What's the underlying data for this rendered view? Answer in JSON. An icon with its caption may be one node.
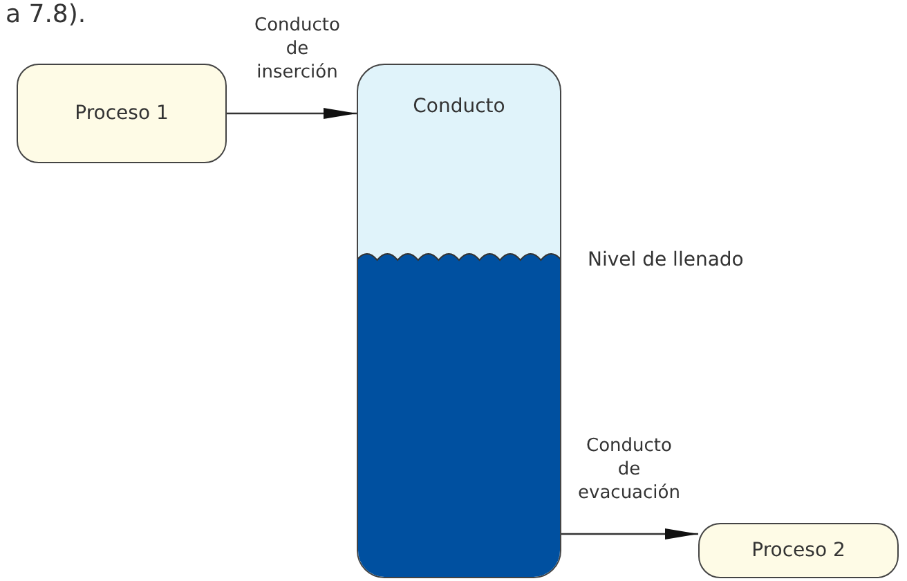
{
  "diagram": {
    "nodes": [
      {
        "text": [
          "Proceso 1"
        ]
      },
      {
        "text": [
          "Conducto"
        ]
      },
      {
        "text": [
          "Proceso 2"
        ]
      }
    ],
    "edges": [
      {
        "from": 0,
        "to": 1,
        "arrow": "to",
        "label": "Conducto de inserción"
      },
      {
        "from": 1,
        "to": 2,
        "arrow": "to",
        "label": "Conducto de evacuación"
      }
    ],
    "labels": [
      "a 7.8).",
      "Nivel de llenado"
    ]
  }
}
